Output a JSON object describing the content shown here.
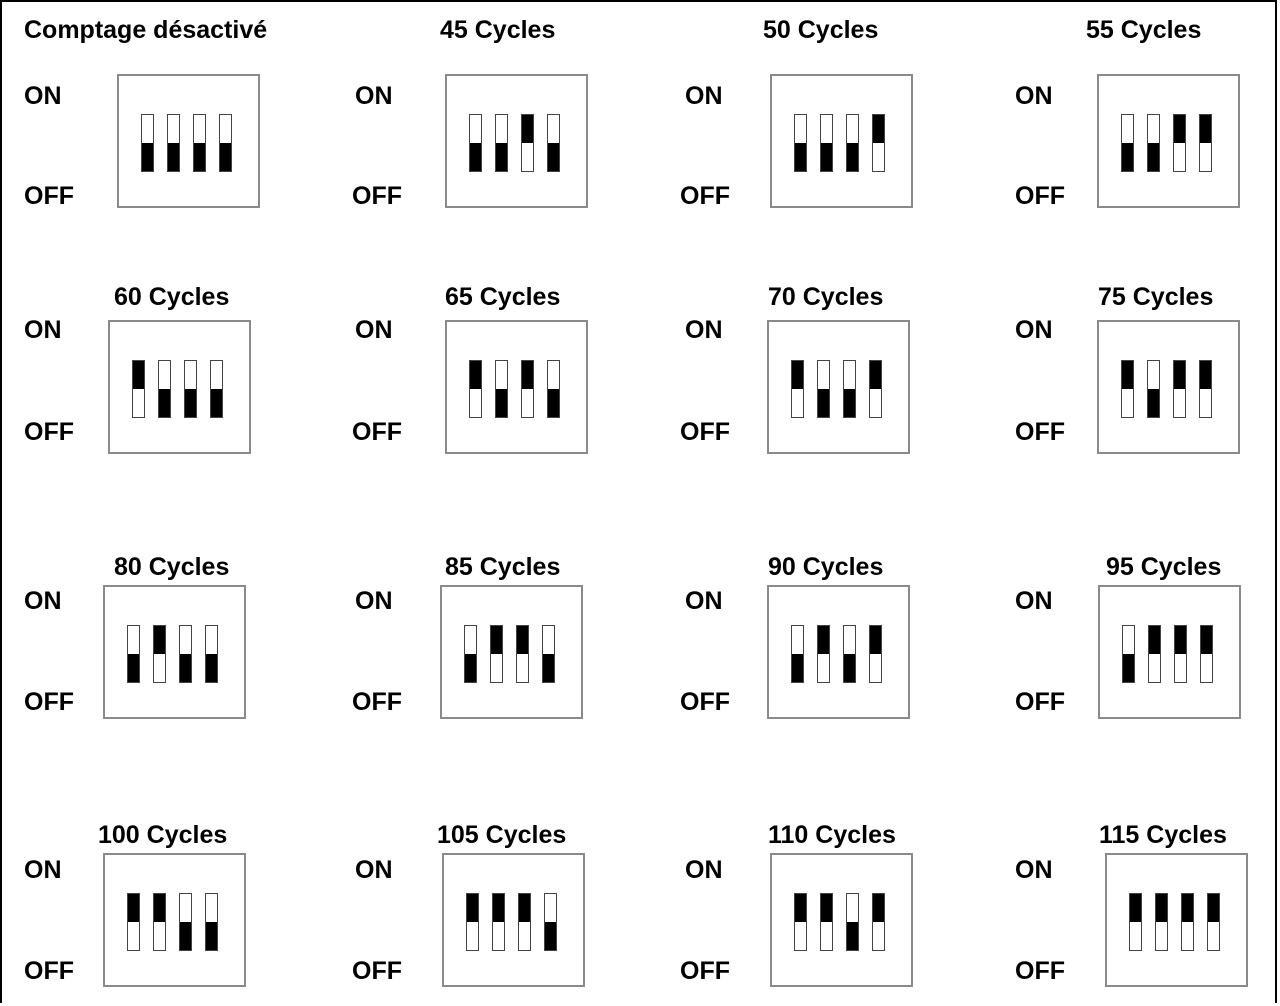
{
  "labels": {
    "on": "ON",
    "off": "OFF"
  },
  "configs": [
    {
      "title": "Comptage désactivé",
      "switches": [
        "off",
        "off",
        "off",
        "off"
      ]
    },
    {
      "title": "45 Cycles",
      "switches": [
        "off",
        "off",
        "on",
        "off"
      ]
    },
    {
      "title": "50 Cycles",
      "switches": [
        "off",
        "off",
        "off",
        "on"
      ]
    },
    {
      "title": "55 Cycles",
      "switches": [
        "off",
        "off",
        "on",
        "on"
      ]
    },
    {
      "title": "60 Cycles",
      "switches": [
        "on",
        "off",
        "off",
        "off"
      ]
    },
    {
      "title": "65 Cycles",
      "switches": [
        "on",
        "off",
        "on",
        "off"
      ]
    },
    {
      "title": "70 Cycles",
      "switches": [
        "on",
        "off",
        "off",
        "on"
      ]
    },
    {
      "title": "75 Cycles",
      "switches": [
        "on",
        "off",
        "on",
        "on"
      ]
    },
    {
      "title": "80 Cycles",
      "switches": [
        "off",
        "on",
        "off",
        "off"
      ]
    },
    {
      "title": "85 Cycles",
      "switches": [
        "off",
        "on",
        "on",
        "off"
      ]
    },
    {
      "title": "90 Cycles",
      "switches": [
        "off",
        "on",
        "off",
        "on"
      ]
    },
    {
      "title": "95 Cycles",
      "switches": [
        "off",
        "on",
        "on",
        "on"
      ]
    },
    {
      "title": "100 Cycles",
      "switches": [
        "on",
        "on",
        "off",
        "off"
      ]
    },
    {
      "title": "105 Cycles",
      "switches": [
        "on",
        "on",
        "on",
        "off"
      ]
    },
    {
      "title": "110 Cycles",
      "switches": [
        "on",
        "on",
        "off",
        "on"
      ]
    },
    {
      "title": "115 Cycles",
      "switches": [
        "on",
        "on",
        "on",
        "on"
      ]
    }
  ]
}
